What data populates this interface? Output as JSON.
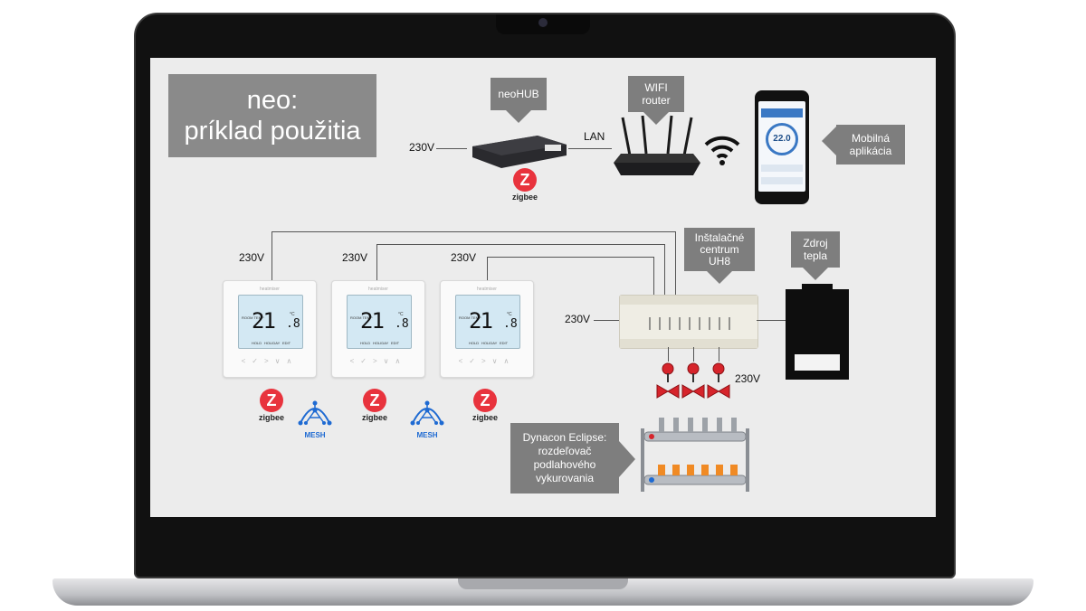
{
  "diagram": {
    "title_line1": "neo:",
    "title_line2": "príklad použitia",
    "neohub_label": "neoHUB",
    "router_label_line1": "WIFI",
    "router_label_line2": "router",
    "mobile_label_line1": "Mobilná",
    "mobile_label_line2": "aplikácia",
    "hub_power": "230V",
    "lan_label": "LAN",
    "zigbee_text": "zigbee",
    "mesh_text": "MESH",
    "thermostat_power": "230V",
    "wiring_center_line1": "Inštalačné",
    "wiring_center_line2": "centrum",
    "wiring_center_line3": "UH8",
    "wiring_center_power": "230V",
    "heat_source_line1": "Zdroj",
    "heat_source_line2": "tepla",
    "actuator_power": "230V",
    "manifold_line1": "Dynacon Eclipse:",
    "manifold_line2": "rozdeľovač",
    "manifold_line3": "podlahového",
    "manifold_line4": "vykurovania",
    "thermostat_temp_whole": "21",
    "thermostat_temp_decimal": ".8",
    "thermostat_unit": "°C",
    "thermostat_room_temp": "ROOM TEMP",
    "thermostat_hold": "HOLD",
    "thermostat_holiday": "HOLIDAY",
    "thermostat_edit": "EDIT",
    "phone_temp": "22.0"
  },
  "colors": {
    "callout": "#7e7e7e",
    "zigbee_red": "#e8333d",
    "mesh_blue": "#1e6ad2",
    "valve_red": "#d6242b"
  }
}
